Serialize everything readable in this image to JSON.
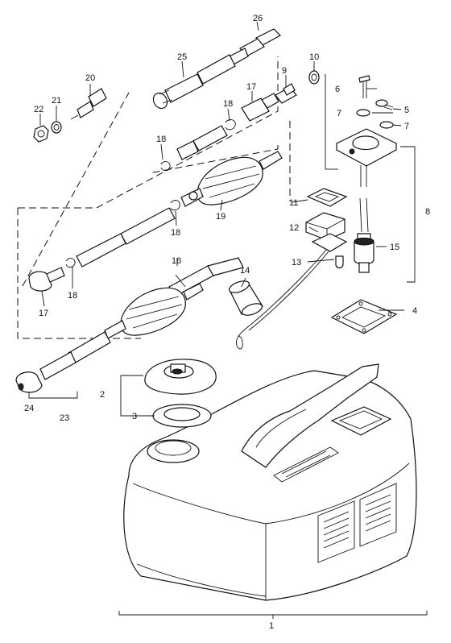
{
  "callouts": {
    "c1": "1",
    "c2": "2",
    "c3": "3",
    "c4": "4",
    "c5": "5",
    "c6": "6",
    "c7a": "7",
    "c7b": "7",
    "c8": "8",
    "c9": "9",
    "c10": "10",
    "c11": "11",
    "c12": "12",
    "c13": "13",
    "c14": "14",
    "c15": "15",
    "c16": "16",
    "c17a": "17",
    "c17b": "17",
    "c18a": "18",
    "c18b": "18",
    "c18c": "18",
    "c18d": "18",
    "c19": "19",
    "c20": "20",
    "c21": "21",
    "c22": "22",
    "c23": "23",
    "c24": "24",
    "c25": "25",
    "c26": "26"
  }
}
